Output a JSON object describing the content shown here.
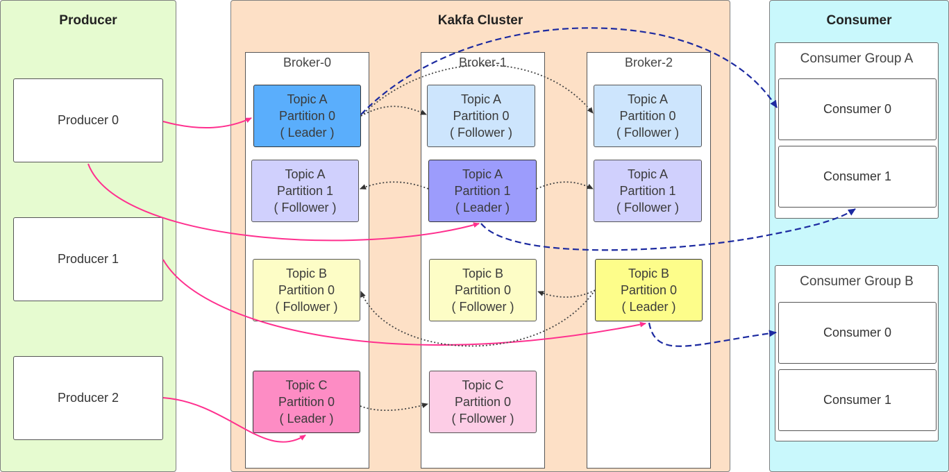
{
  "producer_panel": {
    "title": "Producer",
    "producers": [
      "Producer 0",
      "Producer 1",
      "Producer 2"
    ]
  },
  "cluster_panel": {
    "title": "Kakfa Cluster",
    "brokers": [
      "Broker-0",
      "Broker-1",
      "Broker-2"
    ],
    "partitions": {
      "b0_ta_p0": {
        "l1": "Topic A",
        "l2": "Partition 0",
        "l3": "( Leader )"
      },
      "b0_ta_p1": {
        "l1": "Topic A",
        "l2": "Partition 1",
        "l3": "( Follower )"
      },
      "b0_tb_p0": {
        "l1": "Topic B",
        "l2": "Partition 0",
        "l3": "( Follower )"
      },
      "b0_tc_p0": {
        "l1": "Topic C",
        "l2": "Partition 0",
        "l3": "( Leader )"
      },
      "b1_ta_p0": {
        "l1": "Topic A",
        "l2": "Partition 0",
        "l3": "( Follower )"
      },
      "b1_ta_p1": {
        "l1": "Topic A",
        "l2": "Partition 1",
        "l3": "( Leader )"
      },
      "b1_tb_p0": {
        "l1": "Topic B",
        "l2": "Partition 0",
        "l3": "( Follower )"
      },
      "b1_tc_p0": {
        "l1": "Topic C",
        "l2": "Partition 0",
        "l3": "( Follower )"
      },
      "b2_ta_p0": {
        "l1": "Topic A",
        "l2": "Partition 0",
        "l3": "( Follower )"
      },
      "b2_ta_p1": {
        "l1": "Topic A",
        "l2": "Partition 1",
        "l3": "( Follower )"
      },
      "b2_tb_p0": {
        "l1": "Topic B",
        "l2": "Partition 0",
        "l3": "( Leader )"
      }
    }
  },
  "consumer_panel": {
    "title": "Consumer",
    "groups": [
      {
        "label": "Consumer Group A",
        "consumers": [
          "Consumer 0",
          "Consumer 1"
        ]
      },
      {
        "label": "Consumer Group B",
        "consumers": [
          "Consumer 0",
          "Consumer 1"
        ]
      }
    ]
  },
  "colors": {
    "producer_bg": "#e6fbd0",
    "cluster_bg": "#fde0c6",
    "consumer_bg": "#c9f8fc",
    "produce_arrow": "#ff2f8e",
    "consume_arrow": "#1c2aa0",
    "replicate_arrow": "#444444",
    "topic_a_leader": "#5aaefc",
    "topic_a_follower": "#cde5fd",
    "topic_a1_leader": "#9c9cfc",
    "topic_a1_follower": "#d0d0fd",
    "topic_b_leader": "#fdfd8a",
    "topic_b_follower": "#fdfdc6",
    "topic_c_leader": "#fd8cc4",
    "topic_c_follower": "#fdcde6"
  }
}
